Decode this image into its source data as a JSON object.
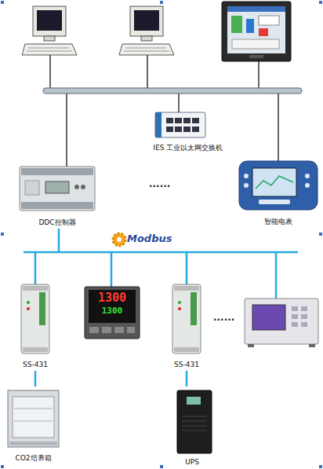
{
  "diagram": {
    "nodes": [
      {
        "text": [
          "IES 工业以太网交换机"
        ]
      },
      {
        "text": [
          "DDC控制器"
        ]
      },
      {
        "text": [
          "智能电表"
        ]
      },
      {
        "text": [
          "SS-431"
        ]
      },
      {
        "text": [
          "1300",
          "1300"
        ]
      },
      {
        "text": [
          "SS-431"
        ]
      },
      {
        "text": [
          "CO2培养箱"
        ]
      },
      {
        "text": [
          "UPS"
        ]
      }
    ],
    "edges": [
      {
        "from": 3,
        "to": 6,
        "arrow": "none"
      },
      {
        "from": 5,
        "to": 7,
        "arrow": "none"
      }
    ],
    "labels": [
      "......",
      "Modbus",
      "......"
    ]
  }
}
